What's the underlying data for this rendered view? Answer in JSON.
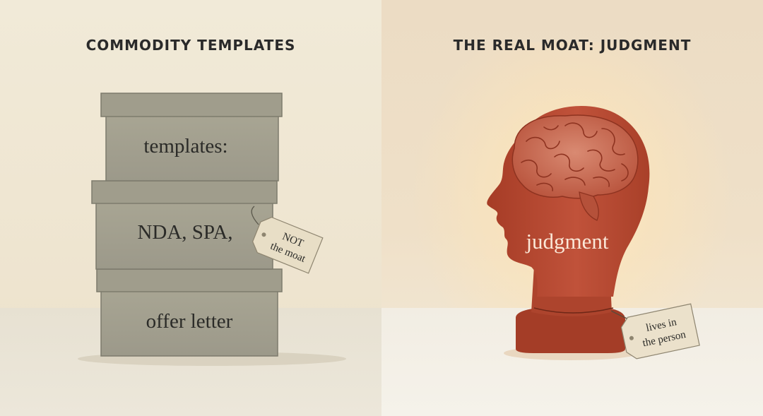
{
  "left_panel": {
    "heading": "COMMODITY TEMPLATES",
    "boxes": [
      {
        "label": "templates:"
      },
      {
        "label": "NDA, SPA,"
      },
      {
        "label": "offer letter"
      }
    ],
    "tag": {
      "line1": "NOT",
      "line2": "the moat"
    }
  },
  "right_panel": {
    "heading": "THE REAL MOAT: JUDGMENT",
    "head_label": "judgment",
    "tag": {
      "line1": "lives in",
      "line2": "the person"
    }
  },
  "colors": {
    "box": "#a3a08e",
    "box_dark": "#8c8978",
    "tag": "#e9dfc8",
    "head": "#b8482f",
    "brain": "#c86a53"
  }
}
